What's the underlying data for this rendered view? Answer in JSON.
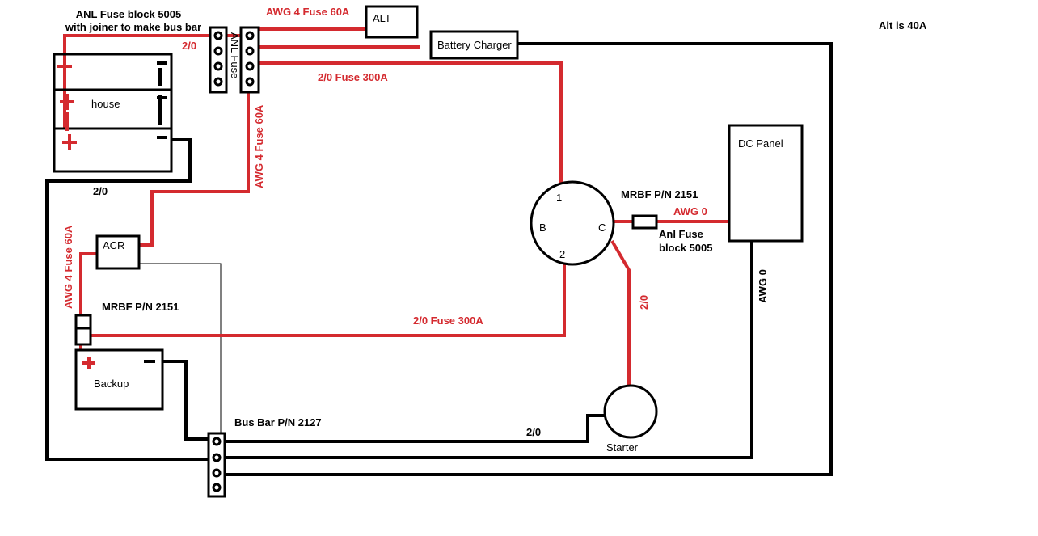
{
  "labels": {
    "anl_fuse_block": "ANL Fuse block 5005",
    "joiner_note": "with joiner to make bus bar",
    "awg4_fuse_top": "AWG 4 Fuse 60A",
    "alt": "ALT",
    "battery_charger": "Battery Charger",
    "alt_is": "Alt is 40A",
    "two_zero_top": "2/0",
    "anl_fuse_vertical": "ANL Fuse",
    "two_zero_fuse_300a_top": "2/0 Fuse 300A",
    "house": "house",
    "two_zero_house": "2/0",
    "awg4_fuse_vertical_mid": "AWG 4 Fuse 60A",
    "dc_panel": "DC Panel",
    "mrbf_right": "MRBF P/N 2151",
    "switch_1": "1",
    "switch_b": "B",
    "switch_c": "C",
    "switch_2": "2",
    "awg0_horizontal": "AWG 0",
    "anl_fuse_right_1": "Anl Fuse",
    "anl_fuse_right_2": "block 5005",
    "awg0_vertical": "AWG 0",
    "acr": "ACR",
    "awg4_fuse_vertical_left": "AWG 4 Fuse 60A",
    "mrbf_left": "MRBF P/N 2151",
    "two_zero_fuse_300a_bottom": "2/0 Fuse 300A",
    "two_zero_vertical_starter": "2/0",
    "backup": "Backup",
    "bus_bar": "Bus Bar P/N 2127",
    "two_zero_bottom": "2/0",
    "starter": "Starter",
    "plus": "+",
    "minus": "−"
  },
  "colors": {
    "positive_wire": "#d42a2f",
    "negative_wire": "#000000",
    "background": "#ffffff"
  }
}
